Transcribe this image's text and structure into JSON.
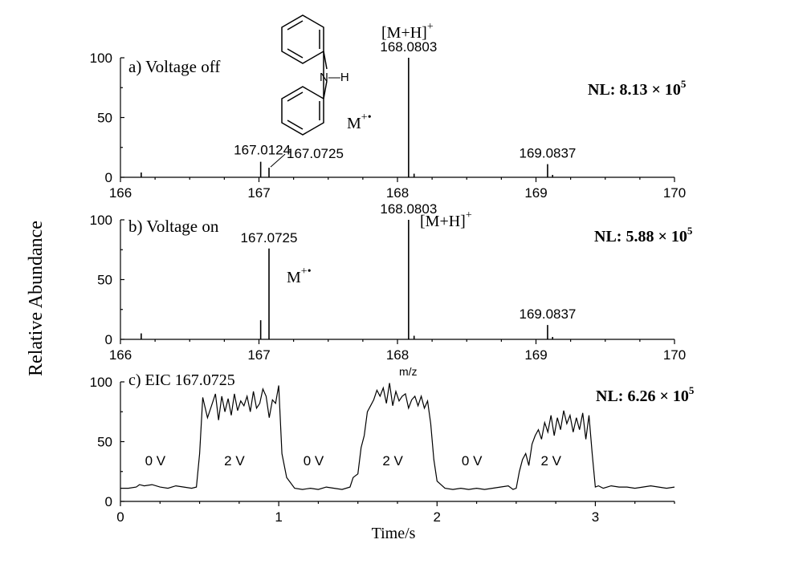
{
  "figure": {
    "ylabel": "Relative Abundance",
    "colors": {
      "ink": "#000000",
      "background": "#ffffff"
    }
  },
  "chart_data": [
    {
      "type": "bar",
      "panel_label": "a) Voltage off",
      "normalization": {
        "prefix": "NL: 8.13 × 10",
        "exponent": "5"
      },
      "xlabel": "",
      "xlim": [
        166,
        170
      ],
      "ylim": [
        0,
        100
      ],
      "x_ticks": [
        "166",
        "167",
        "168",
        "169",
        "170"
      ],
      "y_ticks": [
        "0",
        "50",
        "100"
      ],
      "peaks": [
        {
          "mz": 166.15,
          "intensity": 4
        },
        {
          "mz": 167.0124,
          "intensity": 13
        },
        {
          "mz": 167.0725,
          "intensity": 8
        },
        {
          "mz": 168.0803,
          "intensity": 100
        },
        {
          "mz": 168.12,
          "intensity": 3
        },
        {
          "mz": 169.0837,
          "intensity": 11
        },
        {
          "mz": 169.12,
          "intensity": 2
        }
      ],
      "peak_labels": [
        {
          "mz": 167.0124,
          "intensity": 13,
          "text": "167.0124"
        },
        {
          "mz": 167.0725,
          "intensity": 8,
          "text": "167.0725",
          "leader": true
        },
        {
          "mz": 168.0803,
          "intensity": 100,
          "text": "168.0803"
        },
        {
          "mz": 169.0837,
          "intensity": 11,
          "text": "169.0837"
        }
      ],
      "ion_labels": [
        {
          "base": "[M+H]",
          "sup": "+",
          "near_mz": 168.0803
        },
        {
          "base": "M",
          "sup": "+•",
          "near_mz": 167.0725
        }
      ],
      "structure": {
        "atom_label": "N—H"
      }
    },
    {
      "type": "bar",
      "panel_label": "b) Voltage on",
      "normalization": {
        "prefix": "NL: 5.88 × 10",
        "exponent": "5"
      },
      "xlabel": "m/z",
      "xlim": [
        166,
        170
      ],
      "ylim": [
        0,
        100
      ],
      "x_ticks": [
        "166",
        "167",
        "168",
        "169",
        "170"
      ],
      "y_ticks": [
        "0",
        "50",
        "100"
      ],
      "peaks": [
        {
          "mz": 166.15,
          "intensity": 5
        },
        {
          "mz": 167.0124,
          "intensity": 16
        },
        {
          "mz": 167.0725,
          "intensity": 76
        },
        {
          "mz": 168.0803,
          "intensity": 100
        },
        {
          "mz": 168.12,
          "intensity": 3
        },
        {
          "mz": 169.0837,
          "intensity": 12
        },
        {
          "mz": 169.12,
          "intensity": 2
        }
      ],
      "peak_labels": [
        {
          "mz": 167.0725,
          "intensity": 76,
          "text": "167.0725"
        },
        {
          "mz": 168.0803,
          "intensity": 100,
          "text": "168.0803"
        },
        {
          "mz": 169.0837,
          "intensity": 12,
          "text": "169.0837"
        }
      ],
      "ion_labels": [
        {
          "base": "[M+H]",
          "sup": "+",
          "near_mz": 168.0803
        },
        {
          "base": "M",
          "sup": "+•",
          "near_mz": 167.0725
        }
      ]
    },
    {
      "type": "line",
      "panel_label": "c) EIC  167.0725",
      "normalization": {
        "prefix": "NL: 6.26 × 10",
        "exponent": "5"
      },
      "xlabel": "Time/s",
      "xlim": [
        0,
        3.5
      ],
      "ylim": [
        0,
        100
      ],
      "x_ticks": [
        "0",
        "1",
        "2",
        "3"
      ],
      "y_ticks": [
        "0",
        "50",
        "100"
      ],
      "region_labels": [
        {
          "t": 0.22,
          "text": "0 V"
        },
        {
          "t": 0.72,
          "text": "2 V"
        },
        {
          "t": 1.22,
          "text": "0 V"
        },
        {
          "t": 1.72,
          "text": "2 V"
        },
        {
          "t": 2.22,
          "text": "0 V"
        },
        {
          "t": 2.72,
          "text": "2 V"
        }
      ],
      "x": [
        0.0,
        0.05,
        0.1,
        0.12,
        0.15,
        0.2,
        0.25,
        0.3,
        0.35,
        0.4,
        0.45,
        0.48,
        0.5,
        0.52,
        0.55,
        0.57,
        0.6,
        0.62,
        0.64,
        0.66,
        0.68,
        0.7,
        0.72,
        0.74,
        0.76,
        0.78,
        0.8,
        0.82,
        0.84,
        0.86,
        0.88,
        0.9,
        0.92,
        0.94,
        0.96,
        0.98,
        1.0,
        1.02,
        1.05,
        1.1,
        1.15,
        1.2,
        1.25,
        1.3,
        1.35,
        1.4,
        1.45,
        1.47,
        1.5,
        1.52,
        1.54,
        1.56,
        1.58,
        1.6,
        1.62,
        1.64,
        1.66,
        1.68,
        1.7,
        1.72,
        1.74,
        1.76,
        1.78,
        1.8,
        1.82,
        1.84,
        1.86,
        1.88,
        1.9,
        1.92,
        1.94,
        1.96,
        1.98,
        2.0,
        2.05,
        2.1,
        2.15,
        2.2,
        2.25,
        2.3,
        2.35,
        2.4,
        2.45,
        2.48,
        2.5,
        2.52,
        2.54,
        2.56,
        2.58,
        2.6,
        2.62,
        2.64,
        2.66,
        2.68,
        2.7,
        2.72,
        2.74,
        2.76,
        2.78,
        2.8,
        2.82,
        2.84,
        2.86,
        2.88,
        2.9,
        2.92,
        2.94,
        2.96,
        2.98,
        3.0,
        3.02,
        3.05,
        3.1,
        3.15,
        3.2,
        3.25,
        3.3,
        3.35,
        3.4,
        3.45,
        3.5
      ],
      "y": [
        11,
        11,
        12,
        14,
        13,
        14,
        12,
        11,
        13,
        12,
        11,
        12,
        40,
        87,
        70,
        78,
        90,
        68,
        88,
        75,
        86,
        72,
        90,
        76,
        84,
        80,
        88,
        75,
        92,
        78,
        82,
        94,
        88,
        70,
        85,
        82,
        97,
        40,
        20,
        11,
        10,
        11,
        10,
        12,
        11,
        10,
        12,
        20,
        23,
        45,
        55,
        75,
        80,
        85,
        93,
        88,
        95,
        82,
        99,
        80,
        92,
        84,
        88,
        90,
        78,
        85,
        88,
        80,
        88,
        78,
        84,
        65,
        35,
        17,
        11,
        10,
        11,
        10,
        11,
        10,
        11,
        12,
        13,
        10,
        11,
        25,
        35,
        40,
        30,
        48,
        55,
        60,
        52,
        66,
        58,
        72,
        55,
        70,
        60,
        76,
        65,
        72,
        58,
        70,
        60,
        74,
        52,
        72,
        40,
        12,
        13,
        11,
        13,
        12,
        12,
        11,
        12,
        13,
        12,
        11,
        12
      ]
    }
  ]
}
